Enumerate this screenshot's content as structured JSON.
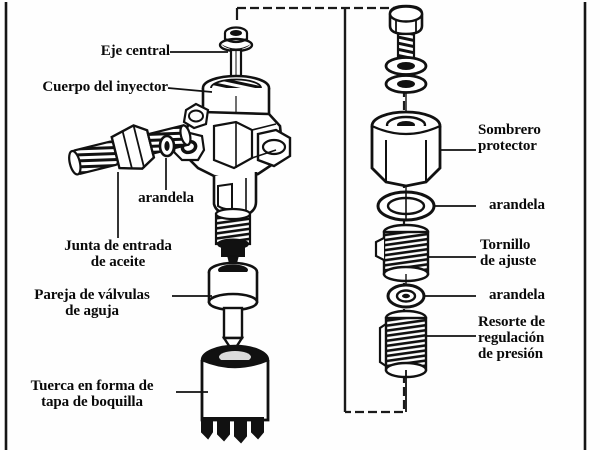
{
  "figure": {
    "kind": "exploded-parts-diagram",
    "subject": "Inyector de combustible diesel - vista despiezada",
    "language": "es",
    "ink_color": "#111111",
    "paper_color": "#fefefe",
    "border_color": "#1a1a1a"
  },
  "labels": {
    "left": [
      {
        "id": "eje-central",
        "text": "Eje central"
      },
      {
        "id": "cuerpo-del-inyector",
        "text": "Cuerpo del inyector"
      },
      {
        "id": "arandela-izq",
        "text": "arandela"
      },
      {
        "id": "junta-entrada",
        "text": "Junta de entrada\nde aceite"
      },
      {
        "id": "pareja-valvulas",
        "text": "Pareja de válvulas\nde aguja"
      },
      {
        "id": "tuerca-tapa",
        "text": "Tuerca en forma de\ntapa de boquilla"
      }
    ],
    "right": [
      {
        "id": "sombrero-protector",
        "text": "Sombrero\nprotector"
      },
      {
        "id": "arandela-der-1",
        "text": "arandela"
      },
      {
        "id": "tornillo-ajuste",
        "text": "Tornillo\nde ajuste"
      },
      {
        "id": "arandela-der-2",
        "text": "arandela"
      },
      {
        "id": "resorte-regulacion",
        "text": "Resorte de\nregulación\nde presión"
      }
    ]
  },
  "parts": {
    "left_assembly": [
      "eje-central-tuerca",
      "cuerpo-inyector",
      "union-entrada-aceite",
      "arandela-union",
      "resorte-interno",
      "pareja-valvulas-aguja",
      "aguja",
      "tuerca-tapa-boquilla"
    ],
    "right_assembly": [
      "perno-cabeza-hexagonal",
      "arandela-superior",
      "arandela-inferior",
      "sombrero-protector",
      "arandela-sello",
      "tornillo-de-ajuste",
      "arandela-pequena",
      "resorte-regulacion-presion"
    ]
  }
}
